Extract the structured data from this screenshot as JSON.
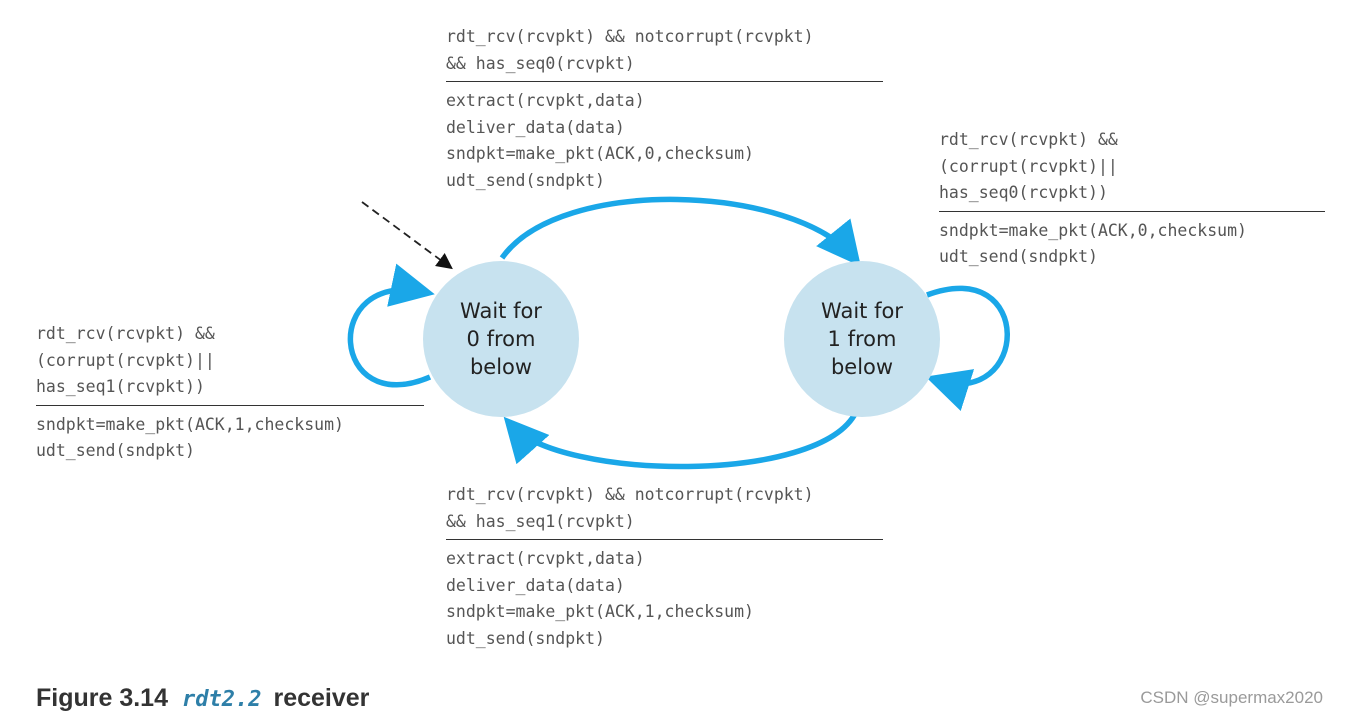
{
  "states": {
    "s0": "Wait for\n0 from\nbelow",
    "s1": "Wait for\n1 from\nbelow"
  },
  "transitions": {
    "top": {
      "event": "rdt_rcv(rcvpkt) && notcorrupt(rcvpkt)\n&& has_seq0(rcvpkt)",
      "action": "extract(rcvpkt,data)\ndeliver_data(data)\nsndpkt=make_pkt(ACK,0,checksum)\nudt_send(sndpkt)"
    },
    "bottom": {
      "event": "rdt_rcv(rcvpkt) && notcorrupt(rcvpkt)\n&& has_seq1(rcvpkt)",
      "action": "extract(rcvpkt,data)\ndeliver_data(data)\nsndpkt=make_pkt(ACK,1,checksum)\nudt_send(sndpkt)"
    },
    "left_self": {
      "event": "rdt_rcv(rcvpkt) &&\n(corrupt(rcvpkt)||\nhas_seq1(rcvpkt))",
      "action": "sndpkt=make_pkt(ACK,1,checksum)\nudt_send(sndpkt)"
    },
    "right_self": {
      "event": "rdt_rcv(rcvpkt) &&\n(corrupt(rcvpkt)||\nhas_seq0(rcvpkt))",
      "action": "sndpkt=make_pkt(ACK,0,checksum)\nudt_send(sndpkt)"
    }
  },
  "caption": {
    "prefix": "Figure 3.14",
    "code": "rdt2.2",
    "suffix": "receiver"
  },
  "watermark": "CSDN @supermax2020",
  "colors": {
    "arrow": "#1aa7e8",
    "state_fill": "#c7e2ef",
    "caption_code": "#2e7fa8"
  }
}
